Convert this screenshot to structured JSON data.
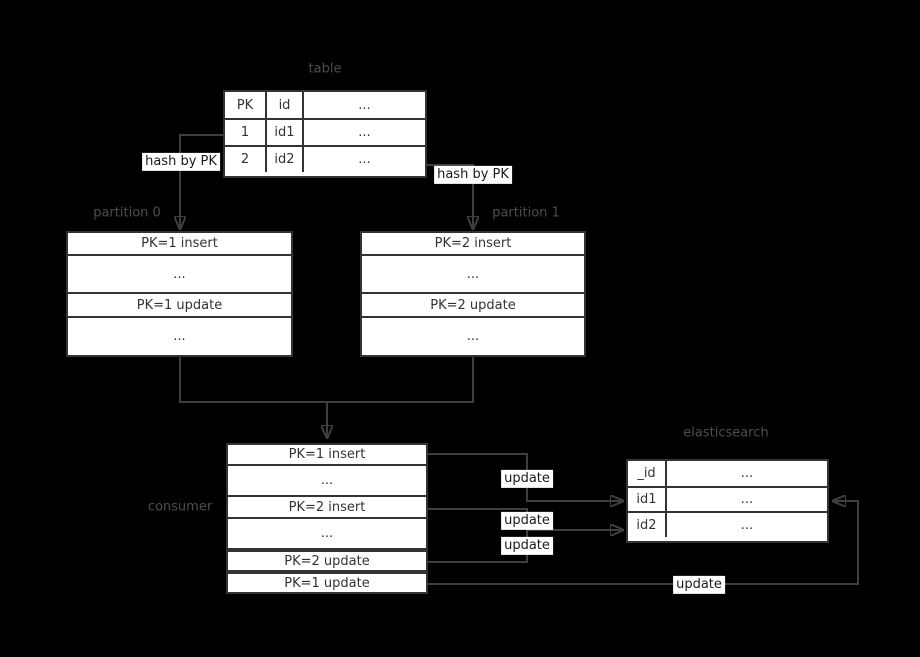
{
  "diagram": {
    "source_table": {
      "label": "table",
      "header": [
        "PK",
        "id",
        "..."
      ],
      "rows": [
        [
          "1",
          "id1",
          "..."
        ],
        [
          "2",
          "id2",
          "..."
        ]
      ]
    },
    "partition0": {
      "label": "partition 0",
      "rows": [
        "PK=1 insert",
        "...",
        "PK=1 update",
        "..."
      ]
    },
    "partition1": {
      "label": "partition 1",
      "rows": [
        "PK=2 insert",
        "...",
        "PK=2 update",
        "..."
      ]
    },
    "consumer": {
      "label": "consumer",
      "rows": [
        "PK=1 insert",
        "...",
        "PK=2 insert",
        "...",
        "PK=2 update",
        "PK=1 update"
      ]
    },
    "elasticsearch": {
      "label": "elasticsearch",
      "rows": [
        [
          "_id",
          "..."
        ],
        [
          "id1",
          "..."
        ],
        [
          "id2",
          "..."
        ]
      ]
    },
    "edge_labels": {
      "hash_left": "hash by PK",
      "hash_right": "hash by PK",
      "update_to_id1": "update",
      "update_to_id2_insert": "update",
      "update_to_id2_update": "update",
      "update_to_id1_right": "update"
    },
    "colors": {
      "background": "#000000",
      "box_fill": "#ffffff",
      "box_border": "#333333",
      "wire": "#3f3f3f",
      "row_text": "#333333",
      "section_label": "#4d4d4d",
      "wire_label_bg": "#ffffff"
    }
  }
}
